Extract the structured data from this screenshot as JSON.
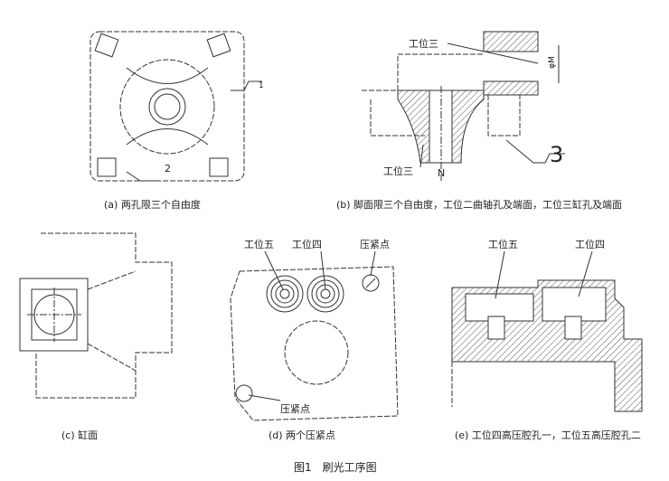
{
  "panels": {
    "a": {
      "caption": "(a) 两孔限三个自由度",
      "labels": [
        "1",
        "2"
      ]
    },
    "b": {
      "caption": "(b) 脚面限三个自由度，工位二曲轴孔及端面，工位三缸孔及端面",
      "labels": {
        "top": "工位三",
        "bottom": "工位三",
        "dim_m": "φM",
        "dim_n": "N",
        "num": "3"
      }
    },
    "c": {
      "caption": "(c) 缸面"
    },
    "d": {
      "caption": "(d) 两个压紧点",
      "labels": {
        "st5": "工位五",
        "st4": "工位四",
        "clamp_top": "压紧点",
        "clamp_bottom": "压紧点"
      }
    },
    "e": {
      "caption": "(e) 工位四高压腔孔一，工位五高压腔孔二",
      "labels": {
        "st5": "工位五",
        "st4": "工位四"
      }
    }
  },
  "figure_title": "图1　刷光工序图"
}
